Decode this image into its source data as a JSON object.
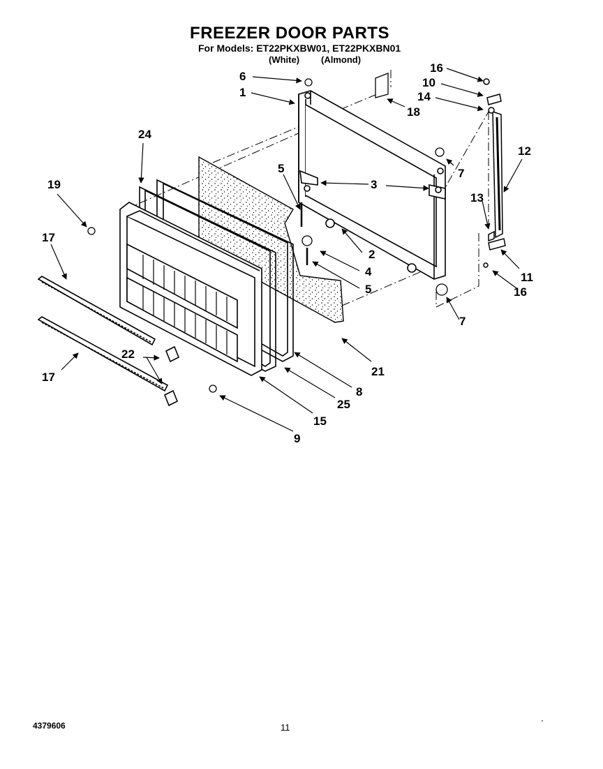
{
  "header": {
    "title": "FREEZER DOOR PARTS",
    "models_line": "For Models: ET22PKXBW01, ET22PKXBN01",
    "variant_white": "(White)",
    "variant_almond": "(Almond)"
  },
  "footer": {
    "doc_number": "4379606",
    "page_number": "11"
  },
  "callouts": [
    "6",
    "1",
    "18",
    "16",
    "10",
    "14",
    "7",
    "12",
    "24",
    "5",
    "3",
    "19",
    "13",
    "2",
    "17",
    "4",
    "11",
    "5",
    "16",
    "7",
    "21",
    "22",
    "8",
    "17",
    "25",
    "15",
    "9"
  ]
}
